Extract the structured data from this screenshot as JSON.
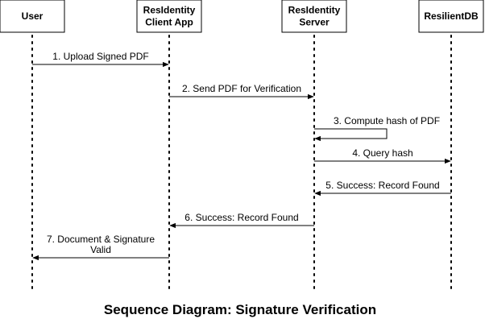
{
  "actors": [
    {
      "id": "user",
      "label_lines": [
        "User"
      ]
    },
    {
      "id": "client",
      "label_lines": [
        "ResIdentity",
        "Client App"
      ]
    },
    {
      "id": "server",
      "label_lines": [
        "ResIdentity",
        "Server"
      ]
    },
    {
      "id": "db",
      "label_lines": [
        "ResilientDB"
      ]
    }
  ],
  "messages": [
    {
      "number": 1,
      "from": "user",
      "to": "client",
      "label_lines": [
        "1. Upload Signed PDF"
      ]
    },
    {
      "number": 2,
      "from": "client",
      "to": "server",
      "label_lines": [
        "2. Send PDF for Verification"
      ]
    },
    {
      "number": 3,
      "from": "server",
      "to": "server",
      "label_lines": [
        "3. Compute hash of PDF"
      ]
    },
    {
      "number": 4,
      "from": "server",
      "to": "db",
      "label_lines": [
        "4. Query hash"
      ]
    },
    {
      "number": 5,
      "from": "db",
      "to": "server",
      "label_lines": [
        "5. Success: Record Found"
      ]
    },
    {
      "number": 6,
      "from": "server",
      "to": "client",
      "label_lines": [
        "6. Success: Record Found"
      ]
    },
    {
      "number": 7,
      "from": "client",
      "to": "user",
      "label_lines": [
        "7. Document & Signature",
        "Valid"
      ]
    }
  ],
  "title": "Sequence Diagram: Signature Verification",
  "colors": {
    "line": "#000000",
    "background": "#ffffff"
  }
}
